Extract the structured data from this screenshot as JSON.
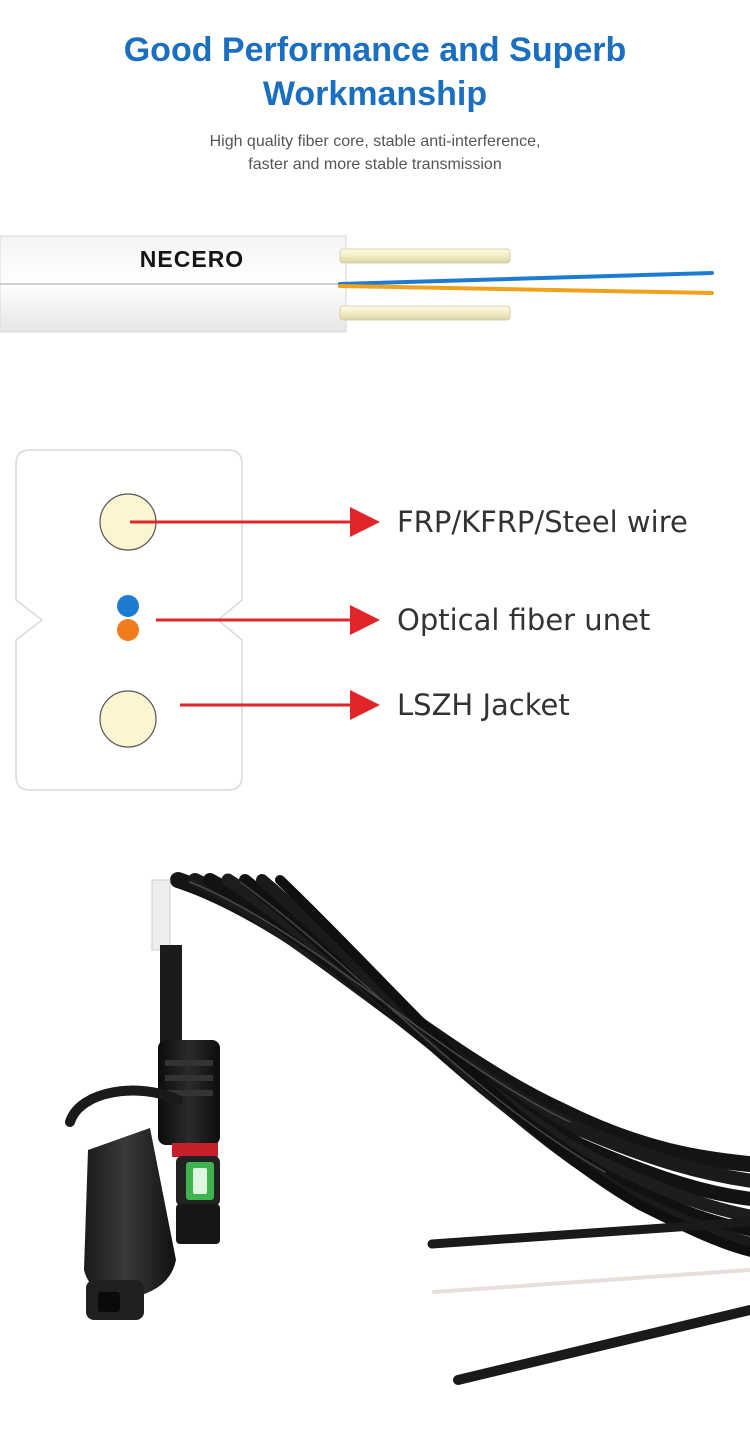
{
  "header": {
    "title_line1": "Good Performance and Superb",
    "title_line2": "Workmanship",
    "subtitle_line1": "High quality fiber core, stable anti-interference,",
    "subtitle_line2": "faster and more stable transmission"
  },
  "cable": {
    "brand": "NECERO"
  },
  "diagram": {
    "label_strength": "FRP/KFRP/Steel wire",
    "label_fiber": "Optical fiber unet",
    "label_jacket": "LSZH Jacket"
  },
  "colors": {
    "title": "#1a6fc1",
    "arrow": "#e0262a",
    "fiber_blue": "#1d7cd0",
    "fiber_orange": "#f07c1c",
    "strength_member": "#fbf5d2"
  }
}
